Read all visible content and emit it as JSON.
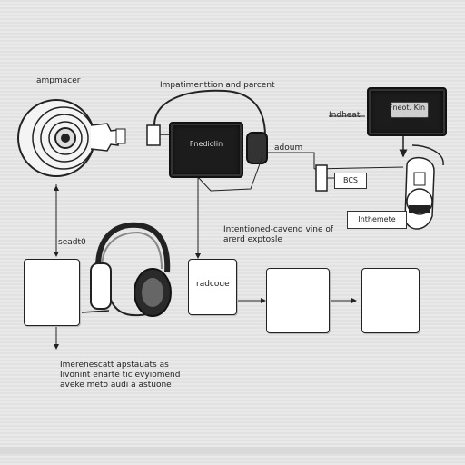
{
  "labels": {
    "amplifier": "ampmacer",
    "top_center": "Impatimenttion and parcent",
    "top_right": "Indheat",
    "adown": "adoum",
    "scad": "seadt0",
    "mid_caption": "Intentioned-cavend vine of\narerd exptosle",
    "bottom_note": "Imerenescatt apstauats as\nIivonint enarte tic evyiomend\naveke meto audi a astuone",
    "inthemete": "Inthemete"
  },
  "devices": {
    "center_device": "Fnediolin",
    "right_device": "Fneot. Kin",
    "right_small": "BCS"
  },
  "boxes": {
    "radcoue": "radcoue",
    "box_left": "",
    "box_mid": "",
    "box_right": ""
  },
  "colors": {
    "background": "#e5e5e5",
    "ink": "#222222",
    "device": "#1c1c1c"
  }
}
